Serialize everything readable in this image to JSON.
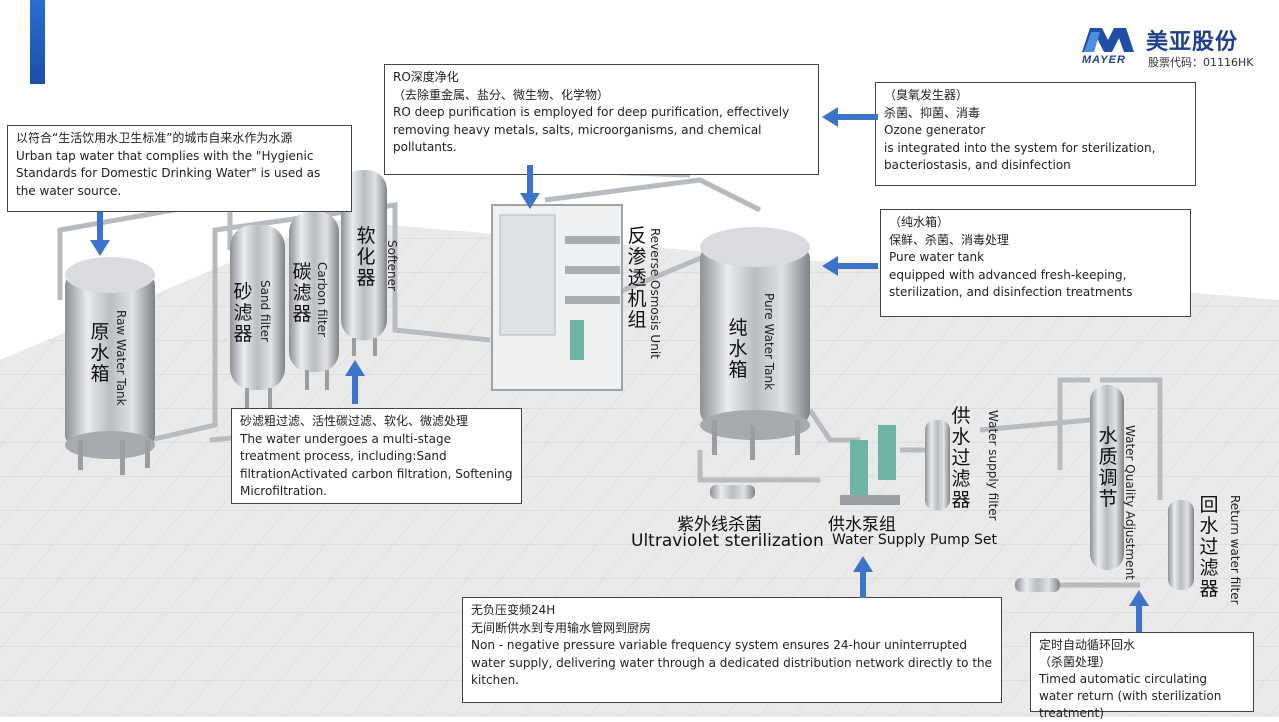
{
  "brand": {
    "logo_text": "MAYER",
    "name_cn": "美亚股份",
    "stock_code": "股票代码：01116HK",
    "accent_color": "#1f4fa8"
  },
  "boxes": {
    "water_source": {
      "cn": "以符合“生活饮用水卫生标准”的城市自来水作为水源",
      "en": "Urban tap water that complies with the \"Hygienic Standards for Domestic Drinking Water\" is used as the water source."
    },
    "ro": {
      "cn1": "RO深度净化",
      "cn2": "（去除重金属、盐分、微生物、化学物）",
      "en": "RO deep purification is employed for deep purification, effectively removing heavy metals, salts, microorganisms, and chemical pollutants."
    },
    "ozone": {
      "cn1": "（臭氧发生器）",
      "cn2": "杀菌、抑菌、消毒",
      "en1": "Ozone generator",
      "en2": "is integrated into the system for sterilization, bacteriostasis, and disinfection"
    },
    "pure_tank": {
      "cn1": "（纯水箱）",
      "cn2": "保鲜、杀菌、消毒处理",
      "en1": "Pure water tank",
      "en2": "equipped with advanced fresh-keeping, sterilization, and disinfection treatments"
    },
    "filtration": {
      "cn": "砂滤粗过滤、活性碳过滤、软化、微滤处理",
      "en": "The water undergoes a multi-stage treatment process, including:Sand filtrationActivated carbon filtration, Softening Microfiltration."
    },
    "supply": {
      "cn1": "无负压变频24H",
      "cn2": "无间断供水到专用输水管网到厨房",
      "en": "Non - negative pressure variable frequency system ensures 24-hour uninterrupted water supply, delivering water through a dedicated distribution network directly to the kitchen."
    },
    "return": {
      "cn1": "定时自动循环回水",
      "cn2": "（杀菌处理）",
      "en": "Timed automatic circulating water return (with sterilization treatment)"
    }
  },
  "labels": {
    "raw_tank_cn": "原水箱",
    "raw_tank_en": "Raw Water Tank",
    "sand_cn": "砂滤器",
    "sand_en": "Sand filter",
    "carbon_cn": "碳滤器",
    "carbon_en": "Carbon filter",
    "softener_cn": "软化器",
    "softener_en": "Softener",
    "ro_cn": "反渗透机组",
    "ro_en": "Reverse Osmosis Unit",
    "pure_cn": "纯水箱",
    "pure_en": "Pure Water Tank",
    "supply_filter_cn": "供水过滤器",
    "supply_filter_en": "Water supply filter",
    "quality_cn": "水质调节",
    "quality_en": "Water Quality Adjustment",
    "return_filter_cn": "回水过滤器",
    "return_filter_en": "Return water filter",
    "uv_cn": "紫外线杀菌",
    "uv_en": "Ultraviolet sterilization",
    "pump_cn": "供水泵组",
    "pump_en": "Water Supply Pump Set"
  },
  "colors": {
    "arrow": "#3d74c9",
    "floor": "#e7e7e7",
    "steel": "#c9ccd0"
  }
}
